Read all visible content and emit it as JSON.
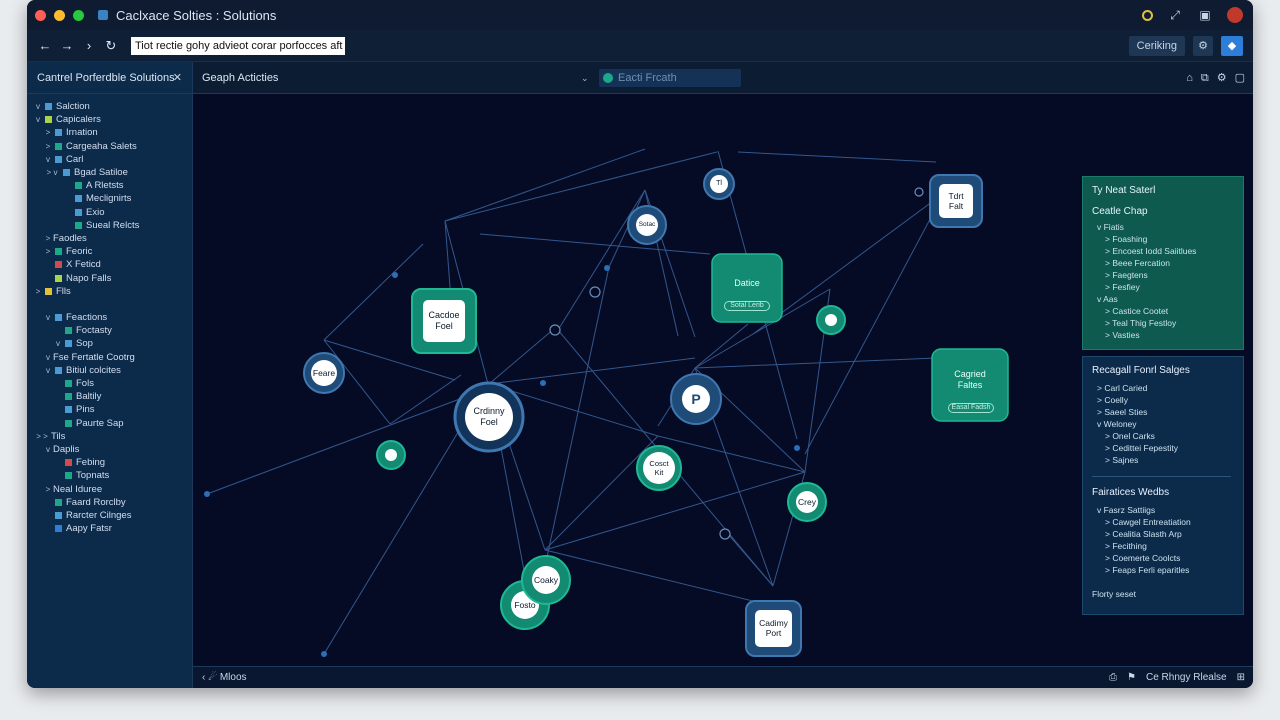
{
  "window": {
    "title": "Caclxace Solties : Solutions",
    "address": "Tiot rectie gohy advieot corar porfocces aft .",
    "address_icon": "P",
    "setting_label": "Ceriking",
    "colors": {
      "bg": "#050b24",
      "sidebar": "#0c2a4a",
      "teal": "#138a72",
      "navy": "#1e4b78",
      "accent": "#2d7ed8"
    }
  },
  "sidebar": {
    "title": "Cantrel Porferdble Solutions",
    "items": [
      {
        "label": "Salction",
        "indent": 0,
        "arrow": "v",
        "color": "#4a9ad4"
      },
      {
        "label": "Capicalers",
        "indent": 0,
        "arrow": "v",
        "color": "#a8d44a"
      },
      {
        "label": "Irnation",
        "indent": 1,
        "arrow": ">",
        "color": "#4a9ad4"
      },
      {
        "label": "Cargeaha Salets",
        "indent": 1,
        "arrow": ">",
        "color": "#1ea88a"
      },
      {
        "label": "Carl",
        "indent": 1,
        "arrow": "v",
        "color": "#4a9ad4"
      },
      {
        "label": "Bgad Satiloe",
        "indent": 1,
        "arrow": "> v",
        "color": "#4a9ad4"
      },
      {
        "label": "A Rletsts",
        "indent": 3,
        "arrow": "",
        "color": "#1ea88a"
      },
      {
        "label": "Meclignirts",
        "indent": 3,
        "arrow": "",
        "color": "#4a9ad4"
      },
      {
        "label": "Exio",
        "indent": 3,
        "arrow": "",
        "color": "#4a9ad4"
      },
      {
        "label": "Sueal Relcts",
        "indent": 3,
        "arrow": "",
        "color": "#1ea88a"
      },
      {
        "label": "Faodles",
        "indent": 1,
        "arrow": ">",
        "color": ""
      },
      {
        "label": "Feoric",
        "indent": 1,
        "arrow": ">",
        "color": "#1ea88a"
      },
      {
        "label": "X Feticd",
        "indent": 1,
        "arrow": "",
        "color": "#d24a4a"
      },
      {
        "label": "Napo Falls",
        "indent": 1,
        "arrow": "",
        "color": "#a8d44a"
      },
      {
        "label": "Flls",
        "indent": 0,
        "arrow": ">",
        "color": "#e0c23a"
      },
      {
        "label": "",
        "indent": 0,
        "arrow": "",
        "color": ""
      },
      {
        "label": "Feactions",
        "indent": 1,
        "arrow": "v",
        "color": "#4a9ad4"
      },
      {
        "label": "Foctasty",
        "indent": 2,
        "arrow": "",
        "color": "#1ea88a"
      },
      {
        "label": "Sop",
        "indent": 2,
        "arrow": "v",
        "color": "#4a9ad4"
      },
      {
        "label": "Fse Fertatle Cootrg",
        "indent": 1,
        "arrow": "v",
        "color": ""
      },
      {
        "label": "Bitiul colcites",
        "indent": 1,
        "arrow": "v",
        "color": "#4a9ad4"
      },
      {
        "label": "Fols",
        "indent": 2,
        "arrow": "",
        "color": "#1ea88a"
      },
      {
        "label": "Baltily",
        "indent": 2,
        "arrow": "",
        "color": "#1ea88a"
      },
      {
        "label": "Pins",
        "indent": 2,
        "arrow": "",
        "color": "#4a9ad4"
      },
      {
        "label": "Paurte Sap",
        "indent": 2,
        "arrow": "",
        "color": "#1ea88a"
      },
      {
        "label": "Tils",
        "indent": 0,
        "arrow": "> >",
        "color": ""
      },
      {
        "label": "Daplis",
        "indent": 1,
        "arrow": "v",
        "color": ""
      },
      {
        "label": "Febing",
        "indent": 2,
        "arrow": "",
        "color": "#d24a4a"
      },
      {
        "label": "Topnats",
        "indent": 2,
        "arrow": "",
        "color": "#1ea88a"
      },
      {
        "label": "Neal Iduree",
        "indent": 1,
        "arrow": ">",
        "color": ""
      },
      {
        "label": "Faard Rorclby",
        "indent": 1,
        "arrow": "",
        "color": "#1ea88a"
      },
      {
        "label": "Rarcter Cilnges",
        "indent": 1,
        "arrow": "",
        "color": "#4a9ad4"
      },
      {
        "label": "Aapy Fatsr",
        "indent": 1,
        "arrow": "",
        "color": "#2d7ed8"
      }
    ]
  },
  "main": {
    "header_title": "Geaph Acticties",
    "search_placeholder": "Eacti Frcath"
  },
  "graph": {
    "nodes": [
      {
        "label": "Cacdoe\nFoel",
        "shape": "rect",
        "style": "teal",
        "name": "node-cacdoe"
      },
      {
        "label": "Datice",
        "shape": "rect",
        "style": "teal",
        "name": "node-datice",
        "tag": "Sotal Lerib"
      },
      {
        "label": "Cagried\nFaltes",
        "shape": "rect",
        "style": "teal",
        "name": "node-cagried",
        "tag": "Easal Fadsh"
      },
      {
        "label": "Tdrt\nFalt",
        "shape": "rect",
        "style": "navy",
        "name": "node-tdrt"
      },
      {
        "label": "Cadimy\nPort",
        "shape": "rect",
        "style": "navy",
        "name": "node-cadimy"
      },
      {
        "label": "Crdinny\nFoel",
        "shape": "circle",
        "style": "navy-big",
        "name": "node-crdinny"
      },
      {
        "label": "Feare",
        "shape": "circle",
        "style": "navy",
        "name": "node-feare"
      },
      {
        "label": "Sotac",
        "shape": "circle",
        "style": "navy",
        "name": "node-sotac"
      },
      {
        "label": "Tl",
        "shape": "circle",
        "style": "navy",
        "name": "node-tl"
      },
      {
        "label": "P",
        "shape": "circle",
        "style": "navy",
        "name": "node-p"
      },
      {
        "label": "Cosct\nKit",
        "shape": "circle",
        "style": "teal",
        "name": "node-cosct"
      },
      {
        "label": "Crey",
        "shape": "circle",
        "style": "teal",
        "name": "node-crey"
      },
      {
        "label": "Coaky",
        "shape": "circle",
        "style": "teal",
        "name": "node-coaky"
      },
      {
        "label": "Fosto",
        "shape": "circle",
        "style": "teal",
        "name": "node-fosto"
      },
      {
        "label": "",
        "shape": "circle",
        "style": "teal",
        "name": "node-g-left"
      },
      {
        "label": "",
        "shape": "circle",
        "style": "teal",
        "name": "node-g-right"
      }
    ]
  },
  "panel1": {
    "title": "Ty Neat Saterl",
    "subtitle": "Ceatle Chap",
    "items": [
      {
        "text": "v Fiatis",
        "indent": 0
      },
      {
        "text": "> Foashing",
        "indent": 1
      },
      {
        "text": "> Encoest Iodd Saiitlues",
        "indent": 1
      },
      {
        "text": "> Beee Fercation",
        "indent": 1
      },
      {
        "text": "> Faegtens",
        "indent": 1
      },
      {
        "text": "> Fesfiey",
        "indent": 1
      },
      {
        "text": "v Aas",
        "indent": 0
      },
      {
        "text": "> Castice Cootet",
        "indent": 1
      },
      {
        "text": "> Teal Thig Festloy",
        "indent": 1
      },
      {
        "text": "> Vasties",
        "indent": 1
      }
    ]
  },
  "panel2": {
    "title": "Recagall Fonrl Salges",
    "items_a": [
      {
        "text": "> Carl Caried",
        "indent": 0
      },
      {
        "text": "> Coelly",
        "indent": 0
      },
      {
        "text": "> Saeel Sties",
        "indent": 0
      },
      {
        "text": "v Weloney",
        "indent": 0
      },
      {
        "text": "> Onel Carks",
        "indent": 1
      },
      {
        "text": "> Cedittei Fepestity",
        "indent": 1
      },
      {
        "text": "> Sajnes",
        "indent": 1
      }
    ],
    "subtitle": "Fairatices Wedbs",
    "items_b": [
      {
        "text": "v Fasrz Sattiigs",
        "indent": 0
      },
      {
        "text": "> Cawgel Entreatiation",
        "indent": 1
      },
      {
        "text": "> Cealitia Slasth Arp",
        "indent": 1
      },
      {
        "text": "> Fecithing",
        "indent": 1
      },
      {
        "text": "> Coemerte Coolcts",
        "indent": 1
      },
      {
        "text": "> Feaps Ferli eparitles",
        "indent": 1
      }
    ],
    "footer": "Florty seset"
  },
  "statusbar": {
    "left": "‹ ☄ Mloos",
    "right_text": "Ce Rhngy Rlealse"
  }
}
